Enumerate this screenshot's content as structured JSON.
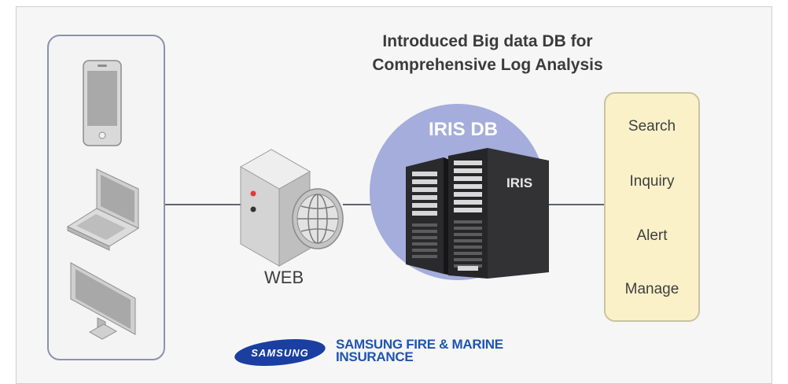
{
  "title": {
    "line1": "Introduced Big data DB for",
    "line2": "Comprehensive Log Analysis"
  },
  "devices": [
    "phone-icon",
    "laptop-icon",
    "monitor-icon"
  ],
  "web": {
    "label": "WEB"
  },
  "iris": {
    "title": "IRIS DB",
    "server_logo": "IRIS"
  },
  "operations": [
    "Search",
    "Inquiry",
    "Alert",
    "Manage"
  ],
  "brand": {
    "logo_text": "SAMSUNG",
    "name_line1": "SAMSUNG FIRE & MARINE",
    "name_line2": "INSURANCE"
  },
  "colors": {
    "iris_circle": "#a4addb",
    "ops_panel": "#faf1c8",
    "brand_blue": "#1f55b0"
  }
}
